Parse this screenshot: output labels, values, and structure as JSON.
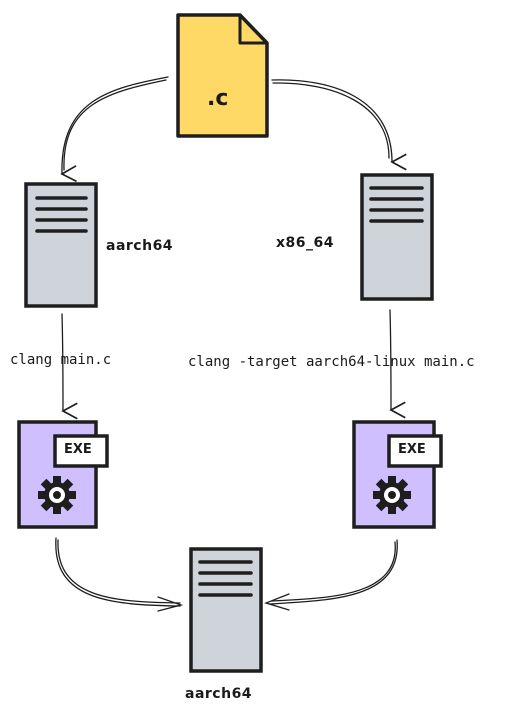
{
  "diagram": {
    "source_file": {
      "label": ".c",
      "fill": "#ffd966"
    },
    "servers": {
      "left": {
        "label": "aarch64"
      },
      "right": {
        "label": "x86_64"
      },
      "bottom": {
        "label": "aarch64"
      }
    },
    "commands": {
      "left": "clang main.c",
      "right": "clang -target aarch64-linux main.c"
    },
    "executables": {
      "left": {
        "badge": "EXE"
      },
      "right": {
        "badge": "EXE"
      }
    },
    "colors": {
      "server_fill": "#ced4da",
      "exe_fill": "#d0bfff",
      "file_fill": "#ffd966",
      "stroke": "#1e1e1e"
    }
  }
}
